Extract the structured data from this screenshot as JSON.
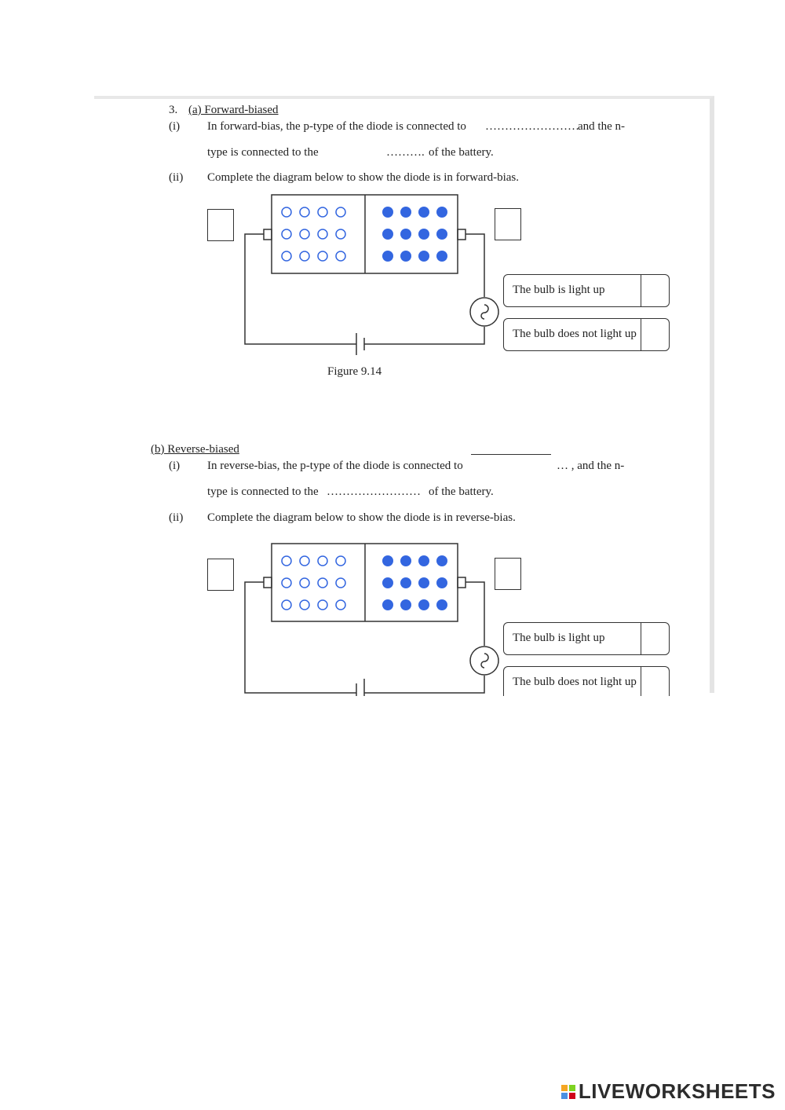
{
  "section_a": {
    "heading_num": "3.",
    "heading": "(a) Forward-biased",
    "q1_num": "(i)",
    "q1_line1_start": "In forward-bias, the p-type of the diode is connected to",
    "q1_line1_dots": "……………………",
    "q1_line1_end": "and the n-",
    "q1_line2_start": "type is connected to the",
    "q1_line2_dots": "……….",
    "q1_line2_end": "of the battery.",
    "q2_num": "(ii)",
    "q2_text": "Complete the diagram below to show the diode is in forward-bias.",
    "option_lit": "The bulb is light up",
    "option_not_lit": "The bulb does not light up",
    "figure_caption": "Figure 9.14"
  },
  "section_b": {
    "heading": "(b) Reverse-biased",
    "q1_num": "(i)",
    "q1_line1_start": "In reverse-bias, the p-type of the diode is connected to",
    "q1_line1_end": "… , and the n-",
    "q1_line2_start": "type is connected to the",
    "q1_line2_dots": "……………………",
    "q1_line2_end": "of the battery.",
    "q2_num": "(ii)",
    "q2_text": "Complete the diagram below to show the diode is in reverse-bias.",
    "option_lit": "The bulb is light up",
    "option_not_lit": "The bulb does not light up"
  },
  "brand": {
    "name": "LIVEWORKSHEETS",
    "logo_colors": [
      "#f5a623",
      "#7ed321",
      "#4a90e2",
      "#d0021b"
    ]
  },
  "colors": {
    "electron": "#3366e0",
    "hole_outline": "#3366e0",
    "line": "#333333"
  }
}
